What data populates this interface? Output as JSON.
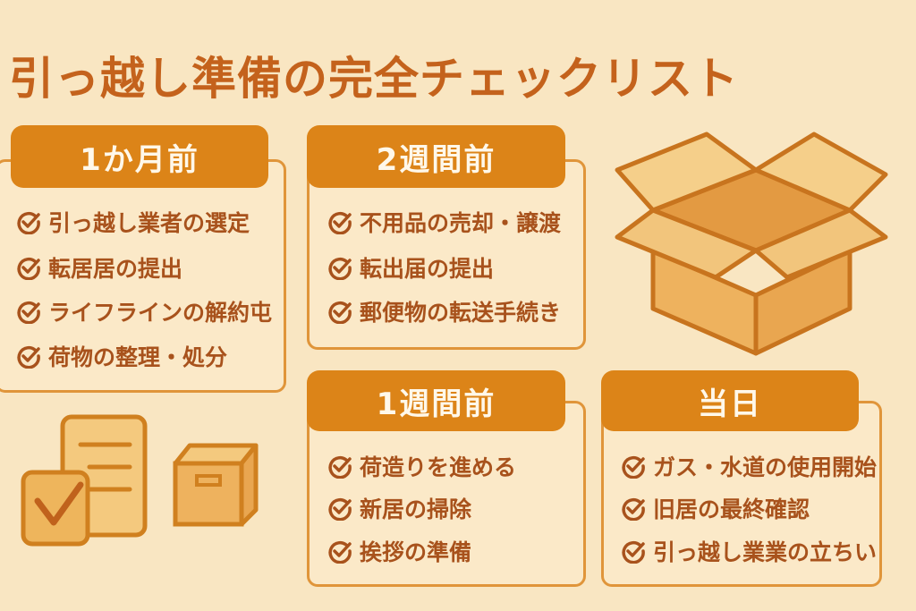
{
  "title": "引っ越し準備の完全チェックリスト",
  "sections": [
    {
      "label": "1か月前",
      "items": [
        "引っ越し業者の選定",
        "転居居の提出",
        "ライフラインの解約屯",
        "荷物の整理・処分"
      ]
    },
    {
      "label": "2週間前",
      "items": [
        "不用品の売却・譲渡",
        "転出届の提出",
        "郵便物の転送手続き"
      ]
    },
    {
      "label": "1週間前",
      "items": [
        "荷造りを進める",
        "新居の掃除",
        "挨拶の準備"
      ]
    },
    {
      "label": "当日",
      "items": [
        "ガス・水道の使用開始",
        "旧居の最終確認",
        "引っ越し業業の立ちい"
      ]
    }
  ],
  "colors": {
    "accent": "#dc8418",
    "text": "#a8521c",
    "background": "#f9e6c2"
  }
}
